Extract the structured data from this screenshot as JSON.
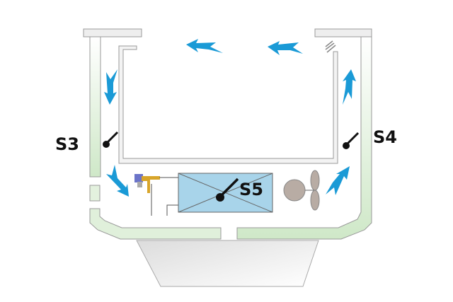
{
  "labels": {
    "s3": "S3",
    "s4": "S4",
    "s5": "S5"
  },
  "colors": {
    "arrow": "#1a9ad6",
    "duct_fill": "#dff0d8",
    "evaporator": "#a8d4ea",
    "wall": "#999999"
  }
}
